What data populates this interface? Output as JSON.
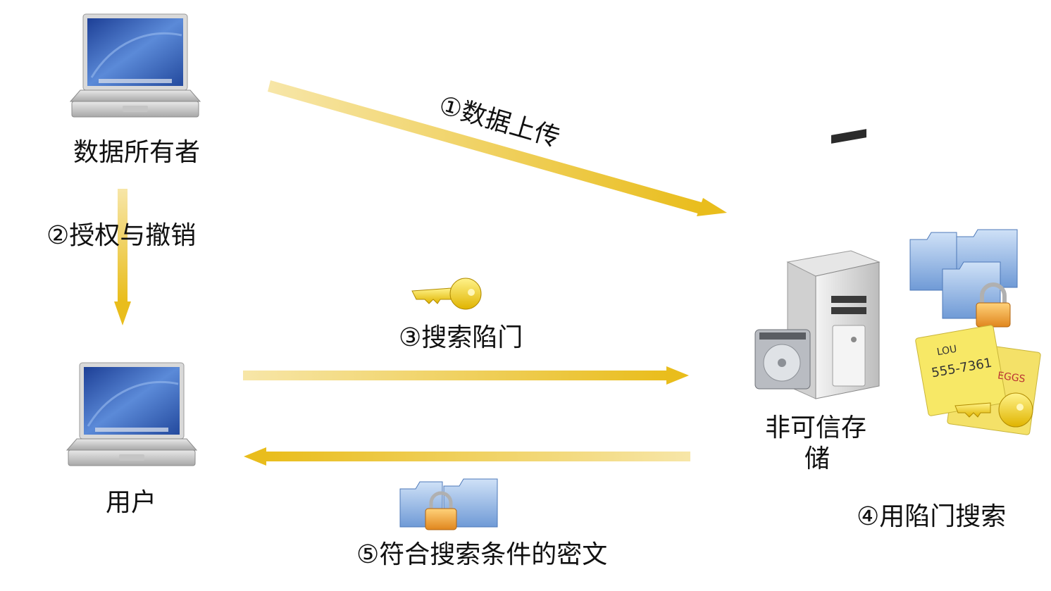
{
  "labels": {
    "owner": "数据所有者",
    "user": "用户",
    "storage_line1": "非可信存",
    "storage_line2": "储"
  },
  "steps": {
    "upload": "①数据上传",
    "authorize": "②授权与撤销",
    "trapdoor": "③搜索陷门",
    "search": "④用陷门搜索",
    "result": "⑤符合搜索条件的密文"
  },
  "notes": {
    "phone": "555-7361",
    "name": "LOU",
    "eggs": "EGGS"
  },
  "colors": {
    "arrow": "#f0c93a",
    "arrow_light": "#f6e3a0",
    "screen": "#2f5db8",
    "folder": "#8fb5e8",
    "note": "#f7e866",
    "lock": "#f0a23a",
    "key": "#f2d21e"
  }
}
